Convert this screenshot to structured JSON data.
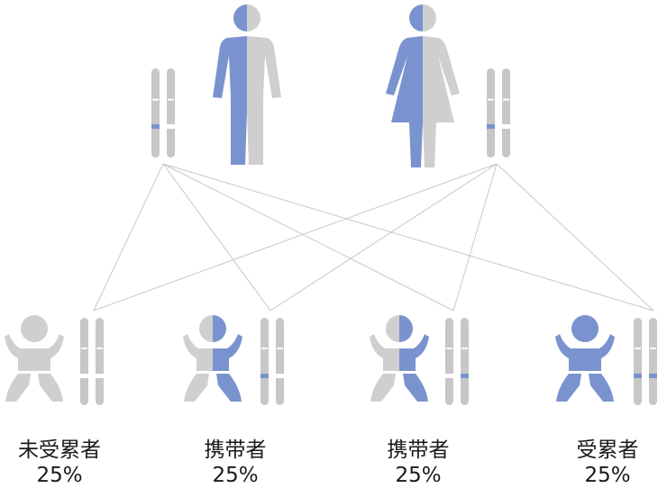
{
  "colors": {
    "affected": "#7a93cf",
    "unaffected": "#cfcfcf",
    "chromosome": "#c7c7c7",
    "line": "#c8c8c8",
    "text": "#1a1a1a"
  },
  "parents": [
    {
      "name": "father-figure",
      "icon": "male-figure-icon",
      "chromosome_bands": [
        "affected",
        "unaffected"
      ]
    },
    {
      "name": "mother-figure",
      "icon": "female-figure-icon",
      "chromosome_bands": [
        "affected",
        "unaffected"
      ]
    }
  ],
  "children": [
    {
      "label": "未受累者",
      "percent": "25%",
      "status": "unaffected",
      "chromosome_bands": [
        "unaffected",
        "unaffected"
      ]
    },
    {
      "label": "携带者",
      "percent": "25%",
      "status": "carrier",
      "chromosome_bands": [
        "affected",
        "unaffected"
      ]
    },
    {
      "label": "携带者",
      "percent": "25%",
      "status": "carrier",
      "chromosome_bands": [
        "unaffected",
        "affected"
      ]
    },
    {
      "label": "受累者",
      "percent": "25%",
      "status": "affected",
      "chromosome_bands": [
        "affected",
        "affected"
      ]
    }
  ]
}
